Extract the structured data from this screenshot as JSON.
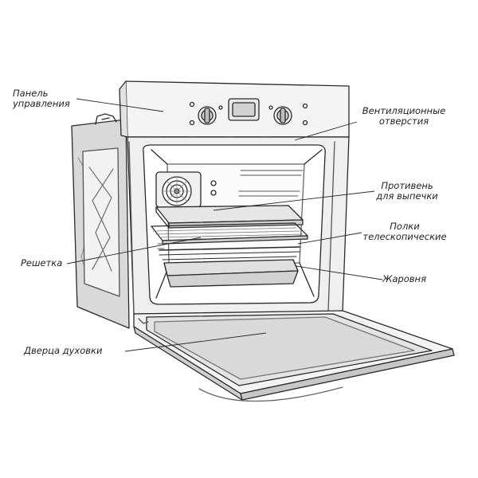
{
  "labels": {
    "control_panel": [
      "Панель",
      "управления"
    ],
    "vents": [
      "Вентиляционные",
      "отверстия"
    ],
    "baking_tray": [
      "Противень",
      "для выпечки"
    ],
    "telescopic_shelves": [
      "Полки",
      "телескопические"
    ],
    "grill_rack": "Решетка",
    "roasting_pan": "Жаровня",
    "oven_door": "Дверца духовки"
  },
  "colors": {
    "line": "#2a2a2a",
    "shade": "#d8d8d8",
    "light_shade": "#e8e8e8",
    "glass": "#e4e4e4"
  }
}
